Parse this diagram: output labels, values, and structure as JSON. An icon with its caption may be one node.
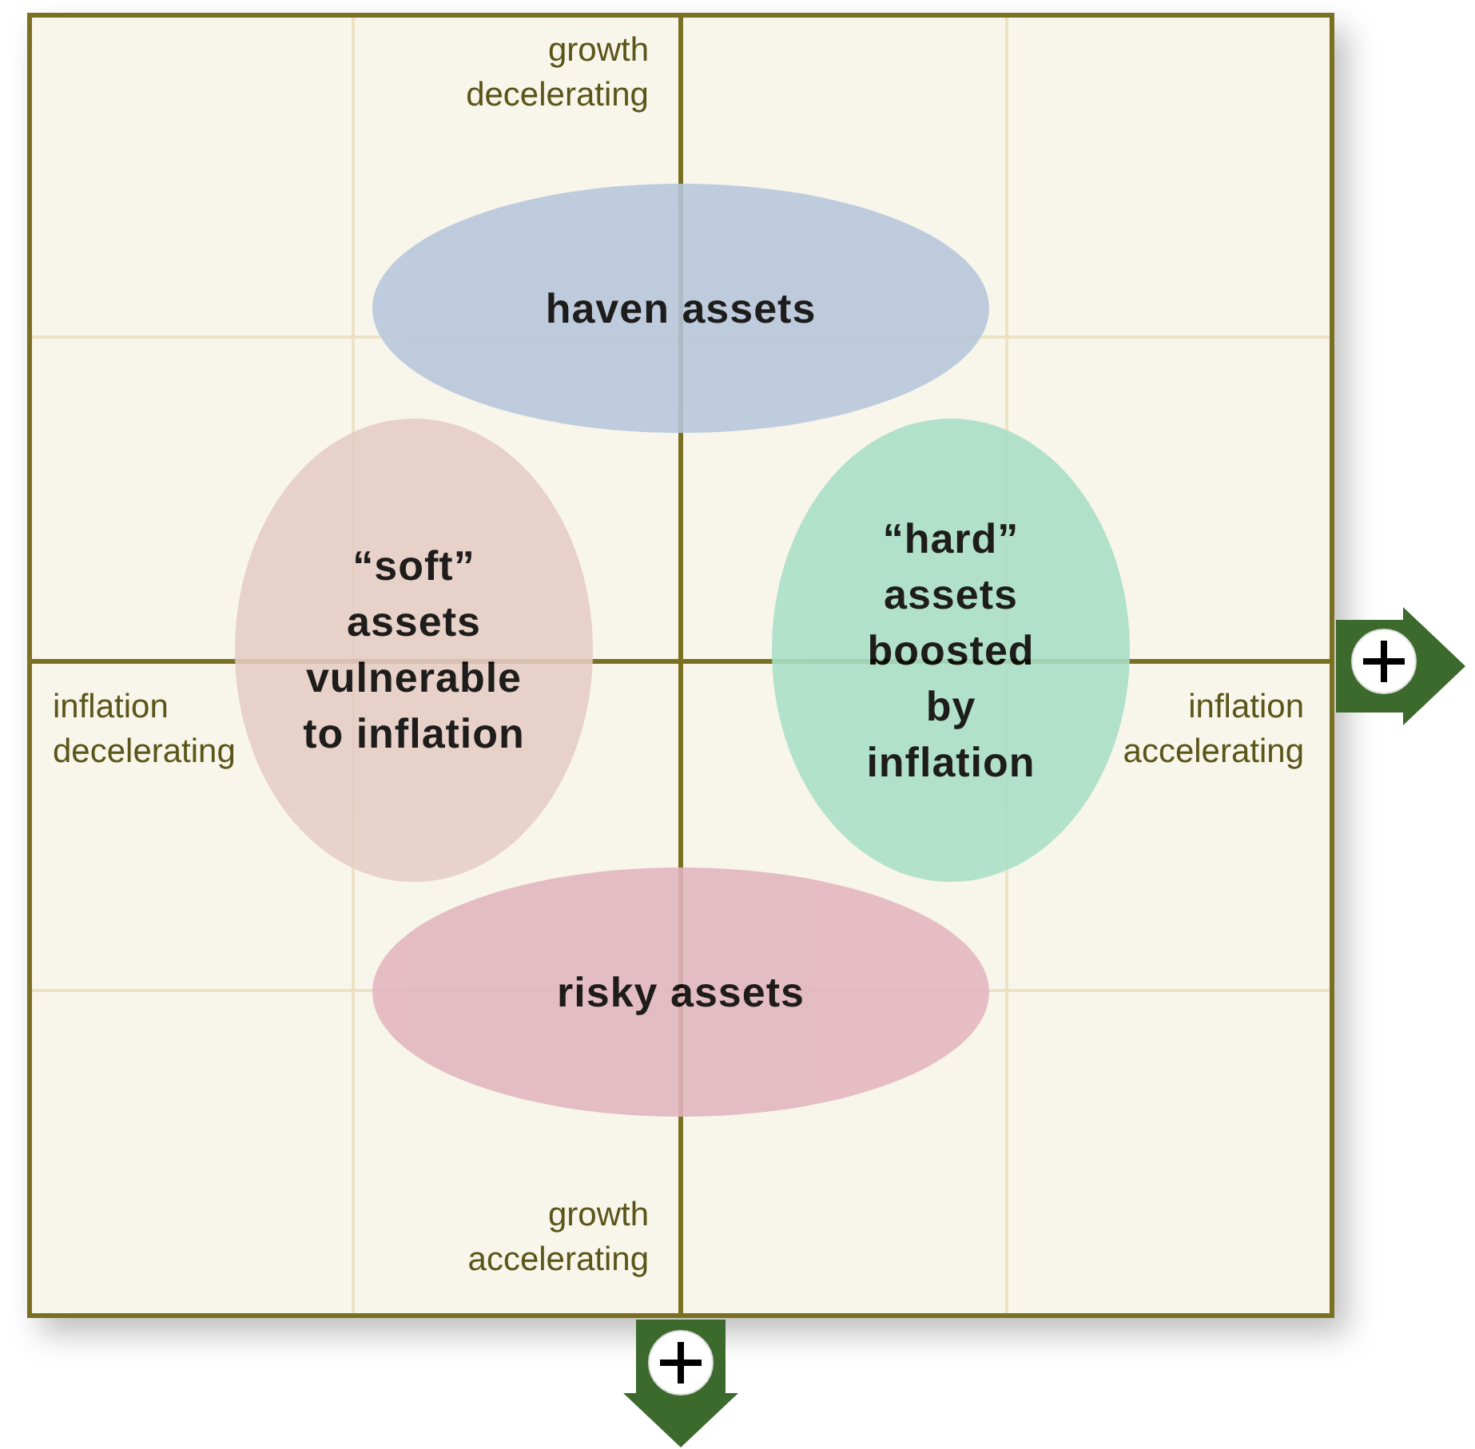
{
  "diagram": {
    "nodes": [
      {
        "text": [
          "haven assets"
        ]
      },
      {
        "text": [
          "“soft” assets vulnerable to inflation"
        ]
      },
      {
        "text": [
          "“hard” assets boosted by inflation"
        ]
      },
      {
        "text": [
          "risky assets"
        ]
      }
    ],
    "labels": [
      "growth decelerating",
      "inflation decelerating",
      "inflation accelerating",
      "growth accelerating"
    ]
  }
}
